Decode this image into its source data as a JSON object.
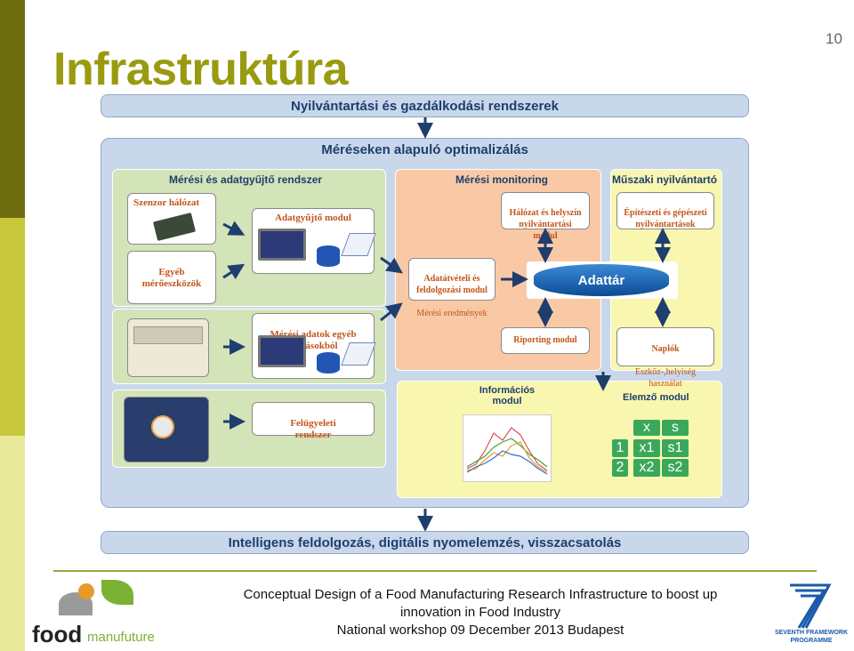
{
  "page_number": "10",
  "slide_title": "Infrastruktúra",
  "top_band": "Nyilvántartási és gazdálkodási rendszerek",
  "main_title": "Méréseken alapuló optimalizálás",
  "bottom_band": "Intelligens feldolgozás, digitális nyomelemzés, visszacsatolás",
  "sections": {
    "measurement": "Mérési és adatgyűjtő  rendszer",
    "monitoring": "Mérési monitoring",
    "technical": "Műszaki nyilvántartó"
  },
  "boxes": {
    "sensor": "Szenzor hálózat",
    "collector": "Adatgyűjtő modul",
    "other_instruments": "Egyéb\nmérőeszközök",
    "other_sources": "Mérési adatok egyéb\nforrásokból",
    "supervision": "Felügyeleti\nrendszer",
    "network_module": "Hálózat és helyszín\nnyilvántartási\nmodul",
    "intake_module": "Adatátvételi és\nfeldolgozási modul",
    "intake_sub": "Mérési eredmények",
    "datastore": "Adattár",
    "reporting": "Riporting modul",
    "building": "Építészeti és gépészeti\nnyilvántartások",
    "logs": "Naplók",
    "logs_sub": "Eszköz-,helyiség\nhasználat",
    "info_module": "Információs\nmodul",
    "analyzer": "Elemző modul"
  },
  "grid": {
    "header": [
      "x",
      "s"
    ],
    "rows": [
      {
        "label": "1",
        "x": "x1",
        "s": "s1"
      },
      {
        "label": "2",
        "x": "x2",
        "s": "s2"
      }
    ]
  },
  "footer": {
    "line1": "Conceptual Design of a Food Manufacturing Research Infrastructure to boost up",
    "line2": "innovation in Food Industry",
    "line3": "National workshop 09 December 2013 Budapest"
  },
  "logo_left": {
    "word1": "food",
    "word2": "manufuture"
  },
  "logo_right": {
    "line1": "SEVENTH FRAMEWORK",
    "line2": "PROGRAMME"
  },
  "colors": {
    "title": "#9a9a10",
    "band_bg": "#c9d7ea",
    "green_panel": "#d3e4b8",
    "orange_panel": "#f9c9a5",
    "yellow_panel": "#f9f6b0",
    "datastore": "#1a66b0",
    "accent_text": "#c0561a",
    "dark_text": "#1e3e6e"
  }
}
